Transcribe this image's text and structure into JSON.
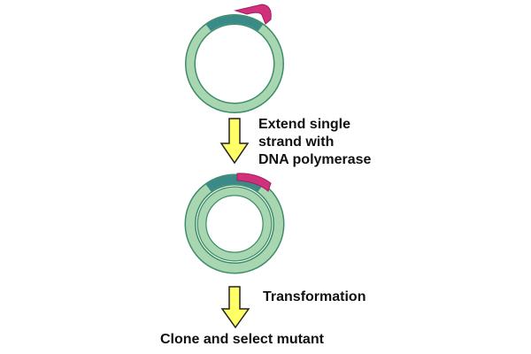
{
  "steps": {
    "step1_lines": [
      "Extend single",
      "strand with",
      "DNA polymerase"
    ],
    "step2": "Transformation",
    "result": "Clone and select mutant"
  },
  "colors": {
    "plasmid_fill": "#a8d6b0",
    "plasmid_stroke": "#3d8d68",
    "target_segment": "#3b8a8a",
    "primer": "#d0307c",
    "arrow_fill": "#ffff66",
    "arrow_stroke": "#222222",
    "text": "#111111"
  }
}
